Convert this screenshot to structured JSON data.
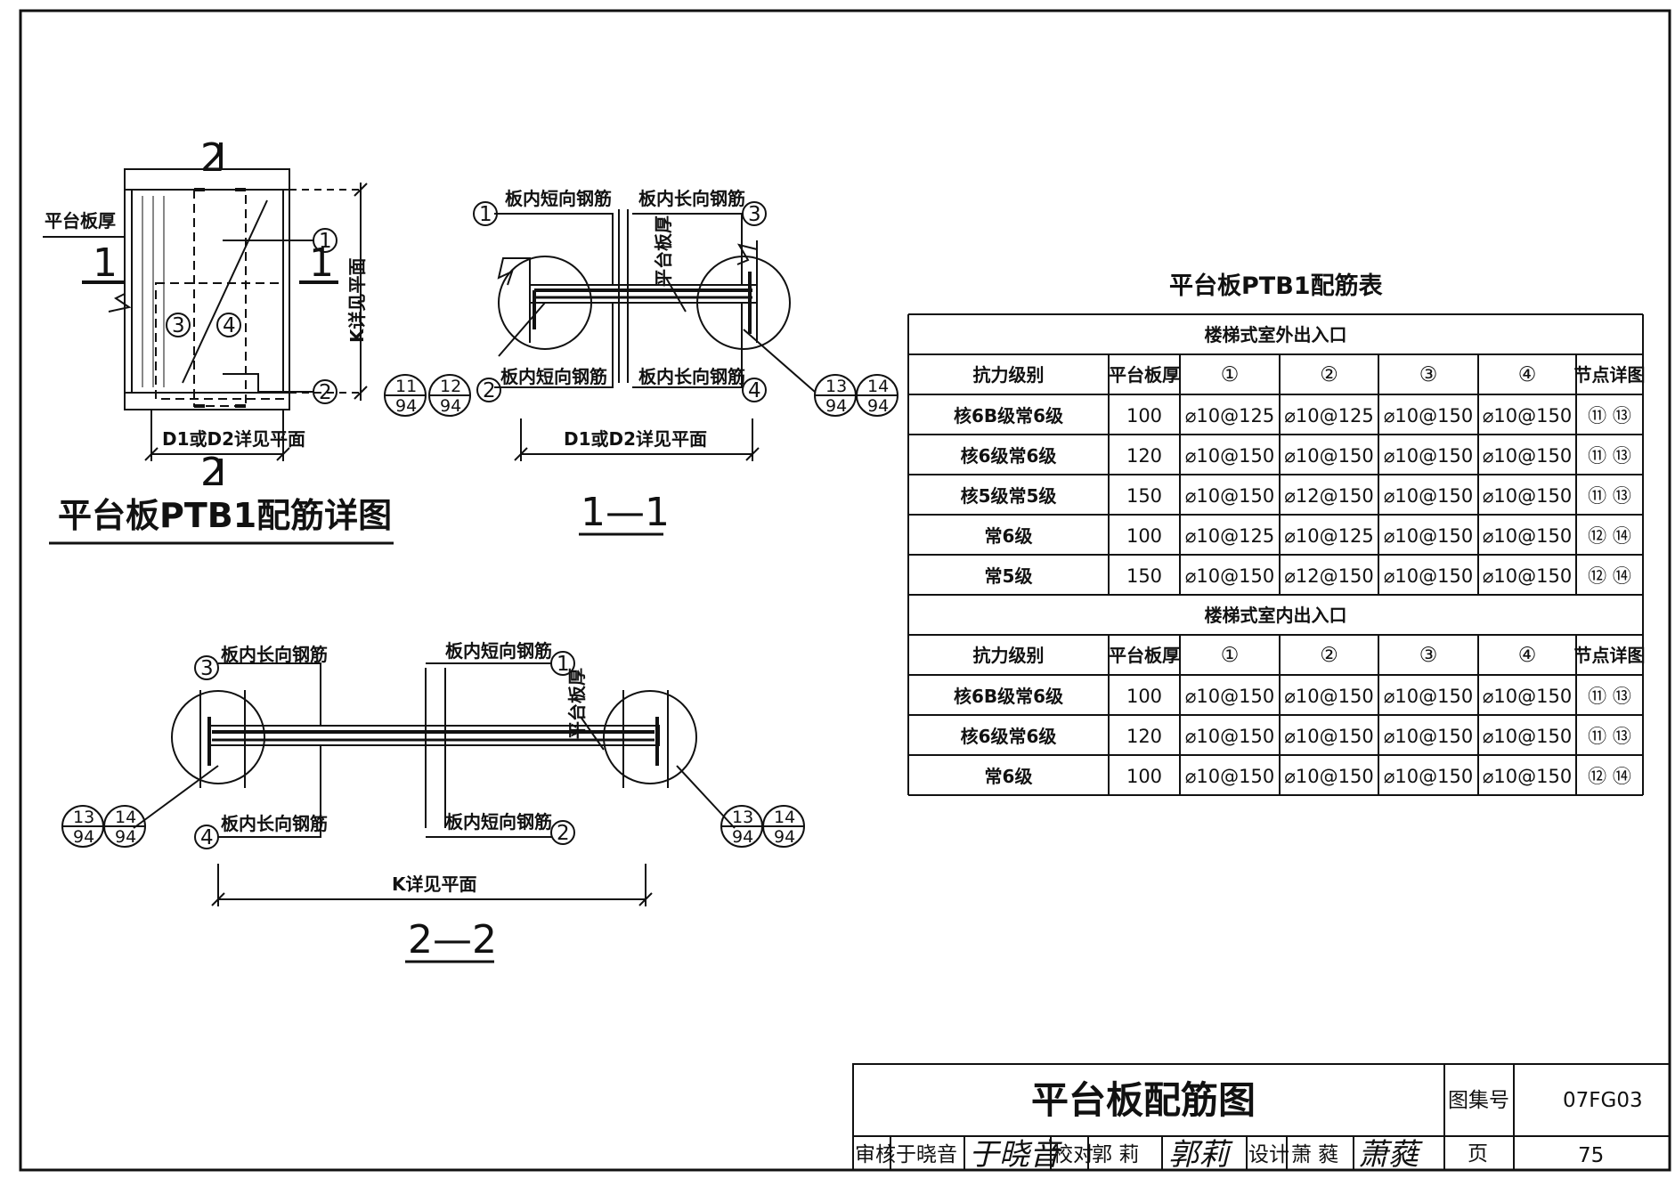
{
  "drawing": {
    "plan_title": "平台板PTB1配筋详图",
    "plan_labels": {
      "slab_thickness": "平台板厚",
      "k_note": "K详见平面",
      "d_note": "D1或D2详见平面",
      "cut_1": "1",
      "cut_2": "2",
      "bar_1": "1",
      "bar_2": "2",
      "bar_3": "3",
      "bar_4": "4"
    },
    "section_1": {
      "title": "1—1",
      "short_bar": "板内短向钢筋",
      "long_bar": "板内长向钢筋",
      "slab_thickness": "平台板厚",
      "span_note": "D1或D2详见平面",
      "bar_1": "1",
      "bar_2": "2",
      "bar_3": "3",
      "bar_4": "4",
      "ref_left": [
        {
          "top": "11",
          "bottom": "94"
        },
        {
          "top": "12",
          "bottom": "94"
        }
      ],
      "ref_right": [
        {
          "top": "13",
          "bottom": "94"
        },
        {
          "top": "14",
          "bottom": "94"
        }
      ]
    },
    "section_2": {
      "title": "2—2",
      "short_bar": "板内短向钢筋",
      "long_bar": "板内长向钢筋",
      "slab_thickness": "平台板厚",
      "span_note": "K详见平面",
      "bar_1": "1",
      "bar_2": "2",
      "bar_3": "3",
      "bar_4": "4",
      "ref_left": [
        {
          "top": "13",
          "bottom": "94"
        },
        {
          "top": "14",
          "bottom": "94"
        }
      ],
      "ref_right": [
        {
          "top": "13",
          "bottom": "94"
        },
        {
          "top": "14",
          "bottom": "94"
        }
      ]
    }
  },
  "table": {
    "title": "平台板PTB1配筋表",
    "sections": [
      {
        "caption": "楼梯式室外出入口",
        "headers": [
          "抗力级别",
          "平台板厚",
          "①",
          "②",
          "③",
          "④",
          "节点详图"
        ],
        "rows": [
          [
            "核6B级常6级",
            "100",
            "⌀10@125",
            "⌀10@125",
            "⌀10@150",
            "⌀10@150",
            "⑪ ⑬"
          ],
          [
            "核6级常6级",
            "120",
            "⌀10@150",
            "⌀10@150",
            "⌀10@150",
            "⌀10@150",
            "⑪ ⑬"
          ],
          [
            "核5级常5级",
            "150",
            "⌀10@150",
            "⌀12@150",
            "⌀10@150",
            "⌀10@150",
            "⑪ ⑬"
          ],
          [
            "常6级",
            "100",
            "⌀10@125",
            "⌀10@125",
            "⌀10@150",
            "⌀10@150",
            "⑫ ⑭"
          ],
          [
            "常5级",
            "150",
            "⌀10@150",
            "⌀12@150",
            "⌀10@150",
            "⌀10@150",
            "⑫ ⑭"
          ]
        ]
      },
      {
        "caption": "楼梯式室内出入口",
        "headers": [
          "抗力级别",
          "平台板厚",
          "①",
          "②",
          "③",
          "④",
          "节点详图"
        ],
        "rows": [
          [
            "核6B级常6级",
            "100",
            "⌀10@150",
            "⌀10@150",
            "⌀10@150",
            "⌀10@150",
            "⑪ ⑬"
          ],
          [
            "核6级常6级",
            "120",
            "⌀10@150",
            "⌀10@150",
            "⌀10@150",
            "⌀10@150",
            "⑪ ⑬"
          ],
          [
            "常6级",
            "100",
            "⌀10@150",
            "⌀10@150",
            "⌀10@150",
            "⌀10@150",
            "⑫ ⑭"
          ]
        ]
      }
    ]
  },
  "title_block": {
    "title": "平台板配筋图",
    "atlas_label": "图集号",
    "atlas_no": "07FG03",
    "page_label": "页",
    "page_no": "75",
    "review_label": "审核",
    "reviewer": "于晓音",
    "reviewer_sig": "于晓音",
    "check_label": "校对",
    "checker": "郭  莉",
    "checker_sig": "郭莉",
    "design_label": "设计",
    "designer": "萧  蕤",
    "designer_sig": "萧蕤"
  }
}
